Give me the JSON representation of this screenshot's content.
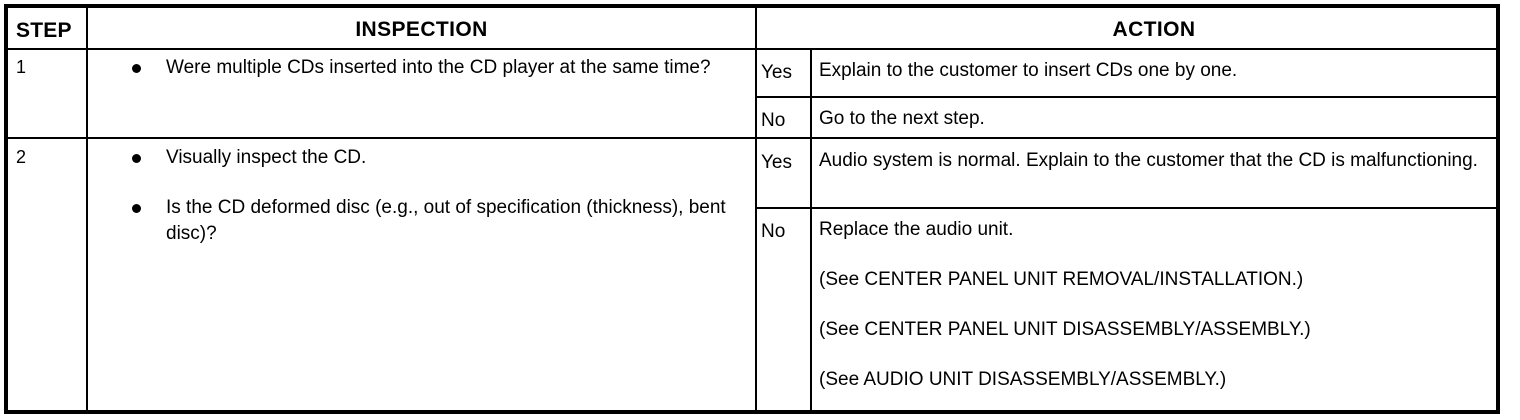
{
  "document": {
    "type": "troubleshooting-flow-table",
    "columns": [
      "STEP",
      "INSPECTION",
      "ACTION"
    ],
    "headers": {
      "step": "STEP",
      "inspection": "INSPECTION",
      "action": "ACTION"
    }
  },
  "steps": [
    {
      "number": "1",
      "inspection": [
        "Were multiple CDs inserted into the CD player at the same time?"
      ],
      "results": [
        {
          "label": "Yes",
          "action": [
            "Explain to the customer to insert CDs one by one."
          ]
        },
        {
          "label": "No",
          "action": [
            "Go to the next step."
          ]
        }
      ]
    },
    {
      "number": "2",
      "inspection": [
        "Visually inspect the CD.",
        "Is the CD deformed disc (e.g., out of specification (thickness), bent disc)?"
      ],
      "results": [
        {
          "label": "Yes",
          "action": [
            "Audio system is normal. Explain to the customer that the CD is malfunctioning."
          ]
        },
        {
          "label": "No",
          "action": [
            "Replace the audio unit.",
            "(See CENTER PANEL UNIT REMOVAL/INSTALLATION.)",
            "(See CENTER PANEL UNIT DISASSEMBLY/ASSEMBLY.)",
            "(See AUDIO UNIT DISASSEMBLY/ASSEMBLY.)"
          ]
        }
      ]
    }
  ],
  "colors": {
    "ink": "#000000",
    "paper": "#ffffff"
  }
}
